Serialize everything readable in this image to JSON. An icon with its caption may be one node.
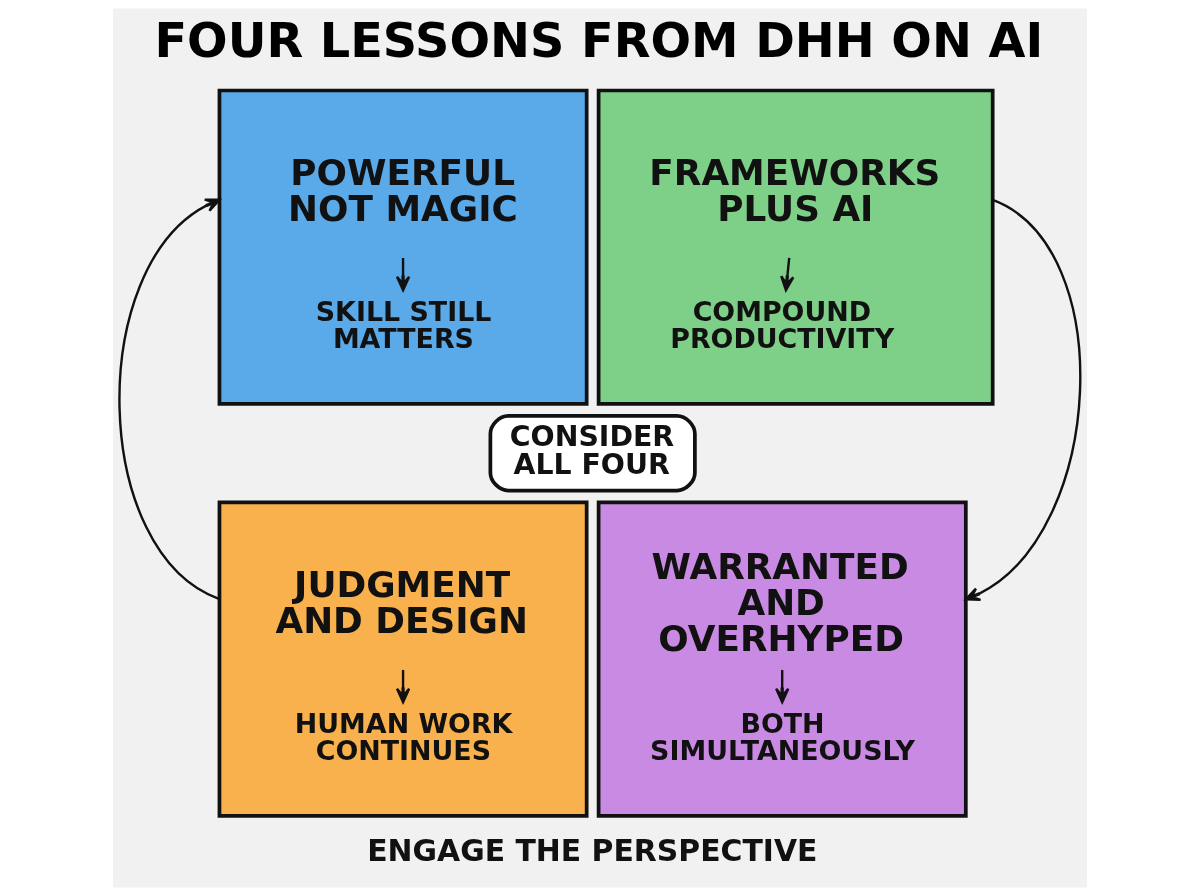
{
  "diagram": {
    "title": "FOUR LESSONS FROM DHH ON AI",
    "caption": "ENGAGE THE PERSPECTIVE",
    "nodes": [
      {
        "text": [],
        "shape": "box"
      },
      {
        "text": [
          "POWERFUL NOT MAGIC"
        ],
        "in": 0
      },
      {
        "text": [
          "SKILL STILL MATTERS"
        ],
        "in": 0
      },
      {
        "text": [],
        "shape": "box"
      },
      {
        "text": [
          "FRAMEWORKS PLUS AI"
        ],
        "in": 3
      },
      {
        "text": [
          "COMPOUND PRODUCTIVITY"
        ],
        "in": 3
      },
      {
        "text": [
          "CONSIDER ALL FOUR"
        ]
      },
      {
        "text": [],
        "shape": "box"
      },
      {
        "text": [
          "JUDGMENT AND DESIGN"
        ],
        "in": 7
      },
      {
        "text": [
          "HUMAN WORK CONTINUES"
        ],
        "in": 7
      },
      {
        "text": [],
        "shape": "box"
      },
      {
        "text": [
          "WARRANTED AND OVERHYPED"
        ],
        "in": 10
      },
      {
        "text": [
          "BOTH SIMULTANEOUSLY"
        ],
        "in": 10
      }
    ],
    "edges": [
      {
        "from": 1,
        "to": 2,
        "arrow": "to"
      },
      {
        "from": 4,
        "to": 5,
        "arrow": "to"
      },
      {
        "from": 8,
        "to": 9,
        "arrow": "to"
      },
      {
        "from": 11,
        "to": 12,
        "arrow": "to"
      },
      {
        "from": 7,
        "to": 0,
        "arrow": "to"
      },
      {
        "from": 3,
        "to": 10,
        "arrow": "to"
      }
    ]
  }
}
